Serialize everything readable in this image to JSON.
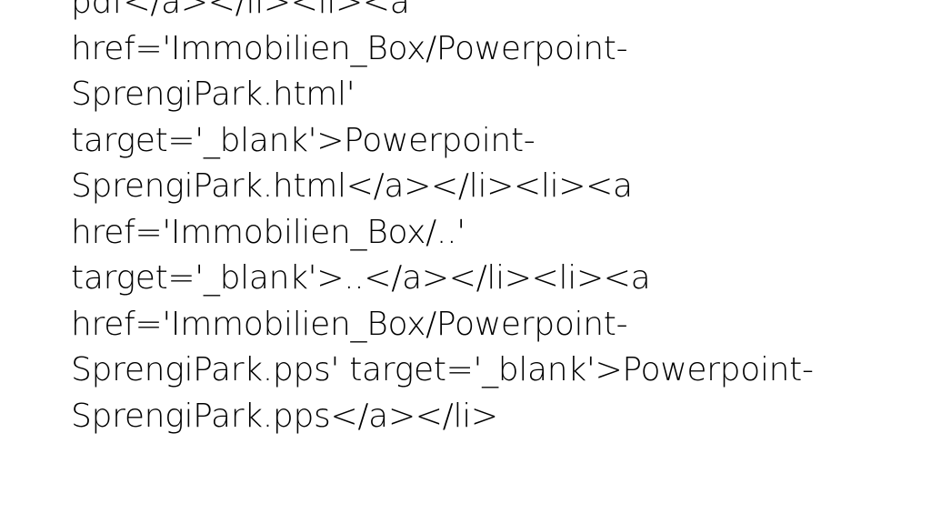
{
  "slide": {
    "lines": [
      "pdf</a></li><li><a",
      "href='Immobilien_Box/Powerpoint-",
      "SprengiPark.html'",
      "target='_blank'>Powerpoint-",
      "SprengiPark.html</a></li><li><a",
      "href='Immobilien_Box/..'",
      "target='_blank'>..</a></li><li><a",
      "href='Immobilien_Box/Powerpoint-",
      "SprengiPark.pps' target='_blank'>Powerpoint-",
      "SprengiPark.pps</a></li>"
    ]
  }
}
